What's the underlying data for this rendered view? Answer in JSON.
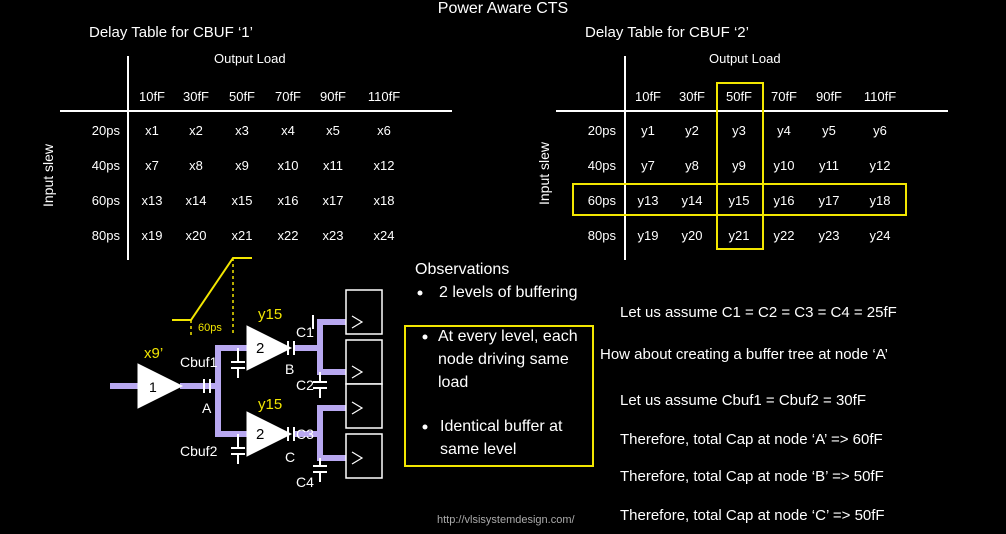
{
  "title": "Power Aware CTS",
  "table1": {
    "title": "Delay Table for CBUF ‘1’",
    "col_label": "Output Load",
    "row_label": "Input slew",
    "columns": [
      "10fF",
      "30fF",
      "50fF",
      "70fF",
      "90fF",
      "110fF"
    ],
    "rows": [
      {
        "slew": "20ps",
        "cells": [
          "x1",
          "x2",
          "x3",
          "x4",
          "x5",
          "x6"
        ]
      },
      {
        "slew": "40ps",
        "cells": [
          "x7",
          "x8",
          "x9",
          "x10",
          "x11",
          "x12"
        ]
      },
      {
        "slew": "60ps",
        "cells": [
          "x13",
          "x14",
          "x15",
          "x16",
          "x17",
          "x18"
        ]
      },
      {
        "slew": "80ps",
        "cells": [
          "x19",
          "x20",
          "x21",
          "x22",
          "x23",
          "x24"
        ]
      }
    ]
  },
  "table2": {
    "title": "Delay Table for CBUF ‘2’",
    "col_label": "Output Load",
    "row_label": "Input slew",
    "columns": [
      "10fF",
      "30fF",
      "50fF",
      "70fF",
      "90fF",
      "110fF"
    ],
    "rows": [
      {
        "slew": "20ps",
        "cells": [
          "y1",
          "y2",
          "y3",
          "y4",
          "y5",
          "y6"
        ]
      },
      {
        "slew": "40ps",
        "cells": [
          "y7",
          "y8",
          "y9",
          "y10",
          "y11",
          "y12"
        ]
      },
      {
        "slew": "60ps",
        "cells": [
          "y13",
          "y14",
          "y15",
          "y16",
          "y17",
          "y18"
        ]
      },
      {
        "slew": "80ps",
        "cells": [
          "y19",
          "y20",
          "y21",
          "y22",
          "y23",
          "y24"
        ]
      }
    ],
    "highlight_color": "#f2e600"
  },
  "circuit": {
    "slew_label": "60ps",
    "buf1_label": "1",
    "buf1_delay": "x9’",
    "buf2_top_label": "2",
    "buf2_bot_label": "2",
    "buf2_top_delay": "y15",
    "buf2_bot_delay": "y15",
    "cbuf1": "Cbuf1",
    "cbuf2": "Cbuf2",
    "node_a": "A",
    "node_b": "B",
    "node_c": "C",
    "c1": "C1",
    "c2": "C2",
    "c3": "C3",
    "c4": "C4",
    "wire_color": "#b8a8f0"
  },
  "observations": {
    "heading": "Observations",
    "bullet1": "2 levels of buffering",
    "bullet2_line1": "At every level, each",
    "bullet2_line2": "node driving same",
    "bullet2_line3": "load",
    "bullet3_line1": "Identical buffer at",
    "bullet3_line2": "same level"
  },
  "right_text": {
    "line1": "Let us assume C1 = C2 = C3 = C4 = 25fF",
    "line2": "How about creating a buffer tree at node ‘A’",
    "line3": "Let us assume Cbuf1 = Cbuf2 = 30fF",
    "line4": "Therefore, total Cap at node ‘A’  => 60fF",
    "line5": "Therefore, total Cap at node ‘B’  => 50fF",
    "line6": "Therefore, total Cap at node ‘C’  => 50fF"
  },
  "url": "http://vlsisystemdesign.com/"
}
